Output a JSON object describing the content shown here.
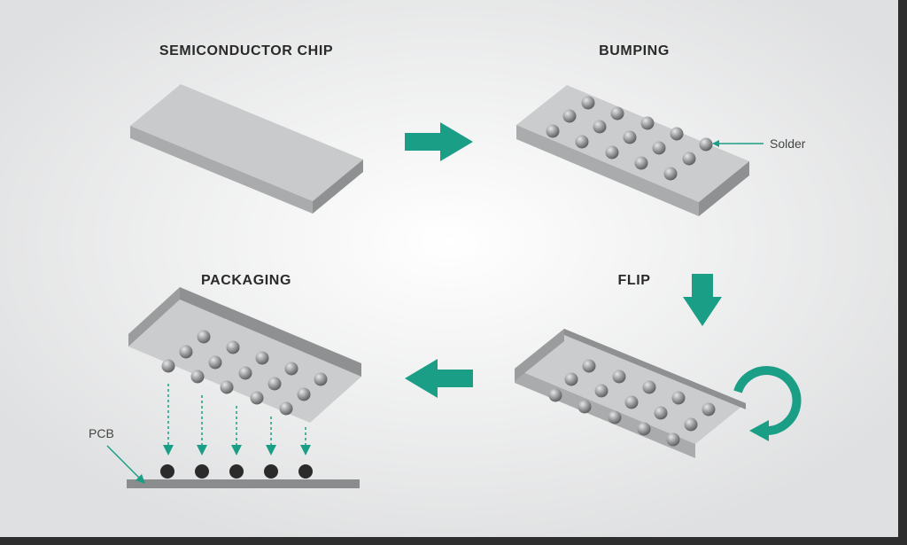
{
  "steps": {
    "chip": "SEMICONDUCTOR CHIP",
    "bumping": "BUMPING",
    "flip": "FLIP",
    "packaging": "PACKAGING"
  },
  "labels": {
    "solder": "Solder",
    "pcb": "PCB"
  },
  "colors": {
    "accent": "#1a9e85",
    "chip_top": "#c9cacb",
    "chip_side": "#8e9091",
    "ball": "#8d8f91",
    "pcb_ball": "#2b2b2b",
    "pcb_board": "#8a8c8e"
  }
}
